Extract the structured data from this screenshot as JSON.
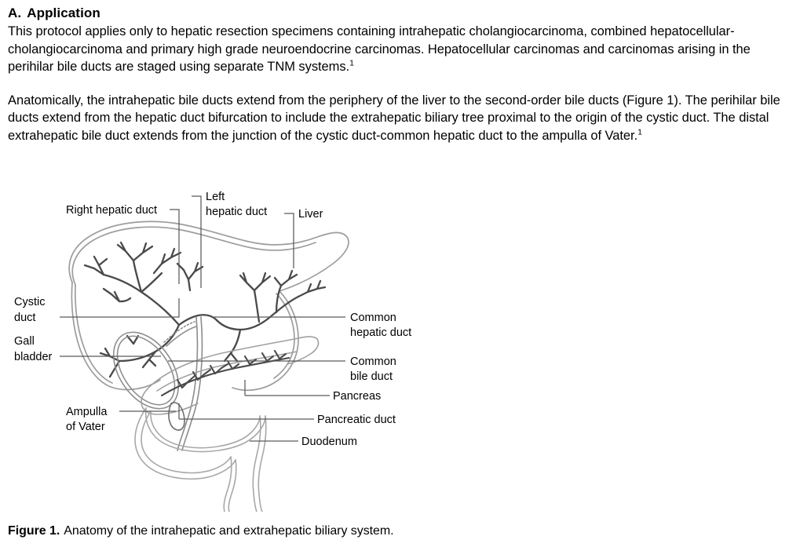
{
  "section": {
    "label": "A.",
    "title": "Application"
  },
  "paragraphs": {
    "first": "This protocol applies only to hepatic resection specimens containing intrahepatic cholangiocarcinoma, combined hepatocellular-cholangiocarcinoma and primary high grade neuroendocrine carcinomas. Hepatocellular carcinomas and carcinomas arising in the perihilar bile ducts are staged using separate TNM systems.",
    "first_footnote": "1",
    "second": "Anatomically, the intrahepatic bile ducts extend from the periphery of the liver to the second-order bile ducts (Figure 1). The perihilar bile ducts extend from the hepatic duct bifurcation to include the extrahepatic biliary tree proximal to the origin of the cystic duct. The distal extrahepatic bile duct extends from the junction of the cystic duct-common hepatic duct to the ampulla of Vater.",
    "second_footnote": "1"
  },
  "figure": {
    "labels": {
      "right_hepatic_duct": "Right hepatic duct",
      "left_hepatic_duct_line1": "Left",
      "left_hepatic_duct_line2": "hepatic duct",
      "liver": "Liver",
      "cystic_duct_line1": "Cystic",
      "cystic_duct_line2": "duct",
      "gall_bladder_line1": "Gall",
      "gall_bladder_line2": "bladder",
      "common_hepatic_duct_line1": "Common",
      "common_hepatic_duct_line2": "hepatic duct",
      "common_bile_duct_line1": "Common",
      "common_bile_duct_line2": "bile duct",
      "pancreas": "Pancreas",
      "pancreatic_duct": "Pancreatic duct",
      "duodenum": "Duodenum",
      "ampulla_of_vater_line1": "Ampulla",
      "ampulla_of_vater_line2": "of Vater"
    },
    "caption_prefix": "Figure 1.",
    "caption_text": "Anatomy of the intrahepatic and extrahepatic biliary system."
  },
  "colors": {
    "text": "#000000",
    "background": "#ffffff",
    "outline": "#9a9a9a",
    "duct": "#3a3a3a",
    "leader": "#555555"
  }
}
